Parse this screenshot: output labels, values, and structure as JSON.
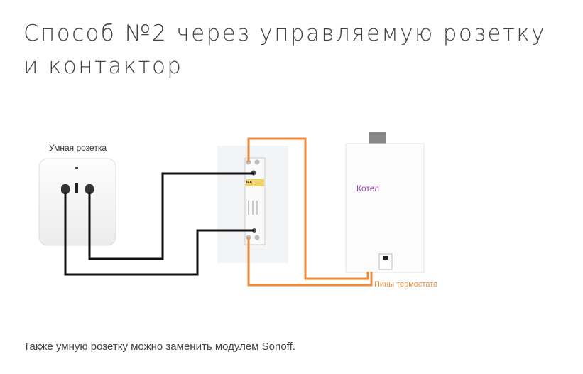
{
  "title": "Способ №2 через управляемую розетку и контактор",
  "diagram": {
    "socket_label": "Умная розетка",
    "boiler_label": "Котел",
    "pins_label": "Пины термостата",
    "contactor_brand": "IEK",
    "colors": {
      "wire_black": "#111111",
      "wire_orange": "#ee8a3a",
      "boiler_label": "#9b3fb0",
      "pins_label": "#e28b3d"
    }
  },
  "caption": "Также умную розетку можно заменить модулем Sonoff."
}
